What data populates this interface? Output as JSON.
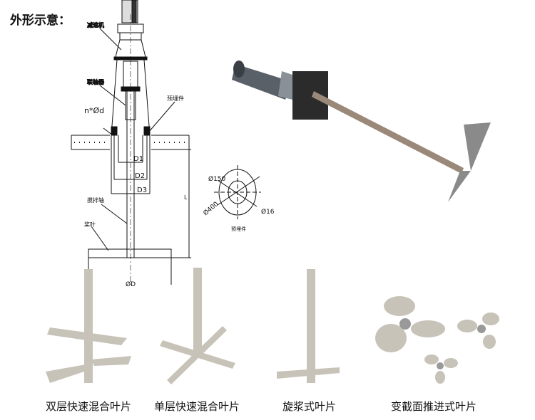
{
  "title": "外形示意：",
  "drawing": {
    "reducer": "减速机",
    "coupling": "联轴器",
    "embedded": "预埋件",
    "bolt": "n*Ød",
    "d1": "D1",
    "d2": "D2",
    "d3": "D3",
    "length": "L",
    "shaft": "搅拌轴",
    "blade": "桨叶",
    "diameter": "ØD"
  },
  "flange": {
    "inner": "Ø150",
    "outer": "Ø400",
    "hole": "Ø16",
    "label": "预埋件"
  },
  "captions": [
    "双层快速混合叶片",
    "单层快速混合叶片",
    "旋浆式叶片",
    "变截面推进式叶片"
  ]
}
